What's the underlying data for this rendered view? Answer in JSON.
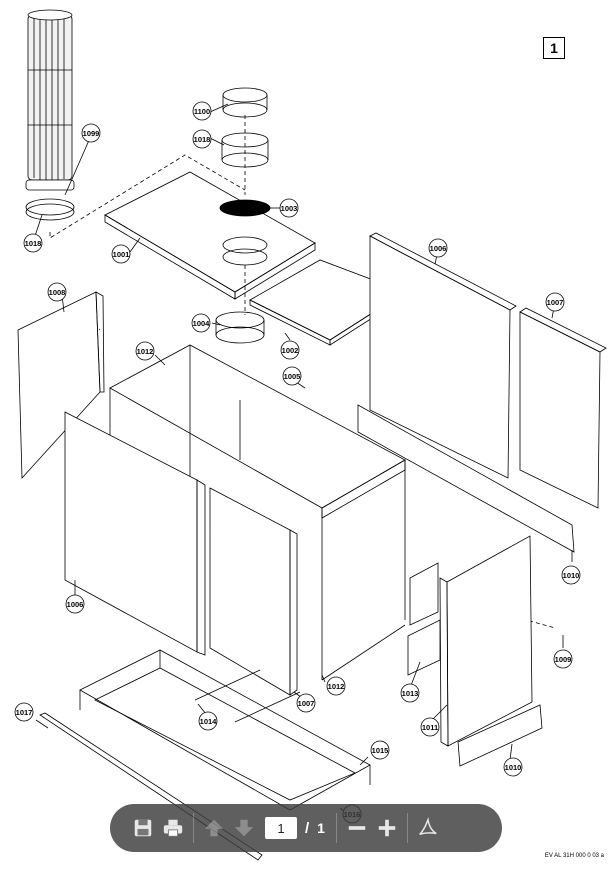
{
  "page_label": "1",
  "doc_reference": "EV AL 31H 000 0 03 a",
  "callouts": {
    "c1099": "1099",
    "c1018a": "1018",
    "c1100": "1100",
    "c1018b": "1018",
    "c1003": "1003",
    "c1001": "1001",
    "c1006a": "1006",
    "c1008": "1008",
    "c1007a": "1007",
    "c1004": "1004",
    "c1002": "1002",
    "c1012a": "1012",
    "c1005": "1005",
    "c1006b": "1006",
    "c1010a": "1010",
    "c1009": "1009",
    "c1012b": "1012",
    "c1007b": "1007",
    "c1013": "1013",
    "c1011": "1011",
    "c1017": "1017",
    "c1014": "1014",
    "c1015": "1015",
    "c1010b": "1010",
    "c1016": "1016"
  },
  "toolbar": {
    "current_page": "1",
    "separator": "/",
    "total_pages": "1",
    "icons": [
      "save-icon",
      "print-icon",
      "page-up-icon",
      "page-down-icon",
      "zoom-out-icon",
      "zoom-in-icon",
      "acrobat-icon"
    ]
  },
  "colors": {
    "toolbar_bg": "#3c3c3c",
    "line": "#000000"
  }
}
